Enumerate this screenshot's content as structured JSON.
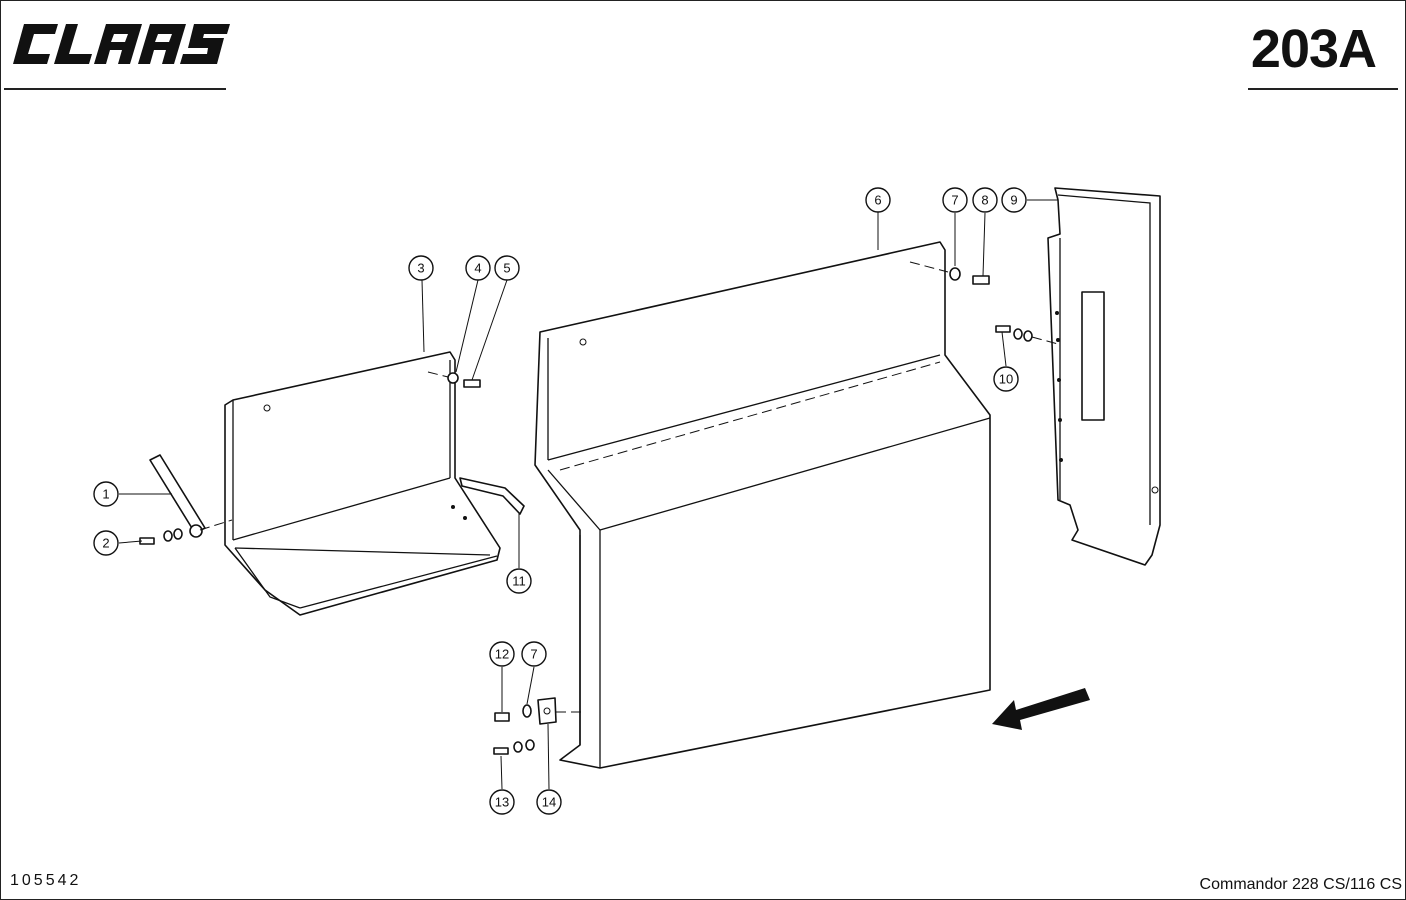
{
  "header": {
    "brand": "CLAAS",
    "page_code": "203A"
  },
  "footer": {
    "doc_number": "105542",
    "model": "Commandor 228 CS/116 CS"
  },
  "callouts": [
    {
      "id": "c1",
      "label": "1"
    },
    {
      "id": "c2",
      "label": "2"
    },
    {
      "id": "c3",
      "label": "3"
    },
    {
      "id": "c4",
      "label": "4"
    },
    {
      "id": "c5",
      "label": "5"
    },
    {
      "id": "c6",
      "label": "6"
    },
    {
      "id": "c7a",
      "label": "7"
    },
    {
      "id": "c8",
      "label": "8"
    },
    {
      "id": "c9",
      "label": "9"
    },
    {
      "id": "c10",
      "label": "10"
    },
    {
      "id": "c11",
      "label": "11"
    },
    {
      "id": "c12",
      "label": "12"
    },
    {
      "id": "c7b",
      "label": "7"
    },
    {
      "id": "c13",
      "label": "13"
    },
    {
      "id": "c14",
      "label": "14"
    }
  ]
}
